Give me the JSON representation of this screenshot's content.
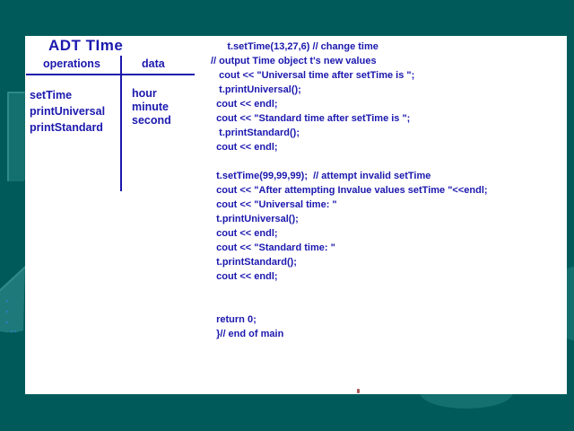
{
  "slide": {
    "title": "ADT TIme",
    "table": {
      "headers": {
        "operations": "operations",
        "data": "data"
      },
      "operations": [
        "setTime",
        "printUniversal",
        "printStandard"
      ],
      "data": [
        "hour",
        "minute",
        "second"
      ]
    },
    "code_lines": [
      "      t.setTime(13,27,6) // change time",
      "// output Time object t's new values",
      "   cout << \"Universal time after setTime is \";",
      "   t.printUniversal();",
      "  cout << endl;",
      "  cout << \"Standard time after setTime is \";",
      "   t.printStandard();",
      "  cout << endl;",
      "",
      "  t.setTime(99,99,99);  // attempt invalid setTime",
      "  cout << \"After attempting Invalue values setTime \"<<endl;",
      "  cout << \"Universal time: \"",
      "  t.printUniversal();",
      "  cout << endl;",
      "  cout << \"Standard time: \"",
      "  t.printStandard();",
      "  cout << endl;",
      "",
      "",
      "  return 0;",
      "  }// end of main"
    ]
  },
  "colors": {
    "background": "#015a5a",
    "surface": "#ffffff",
    "ink": "#1b18ae",
    "shape_light": "#13706e",
    "shape_lighter": "#1e7a7a",
    "shape_edge": "#2e8a8a",
    "dot_blue": "#2b7cb8",
    "stray": "#a85a55"
  }
}
